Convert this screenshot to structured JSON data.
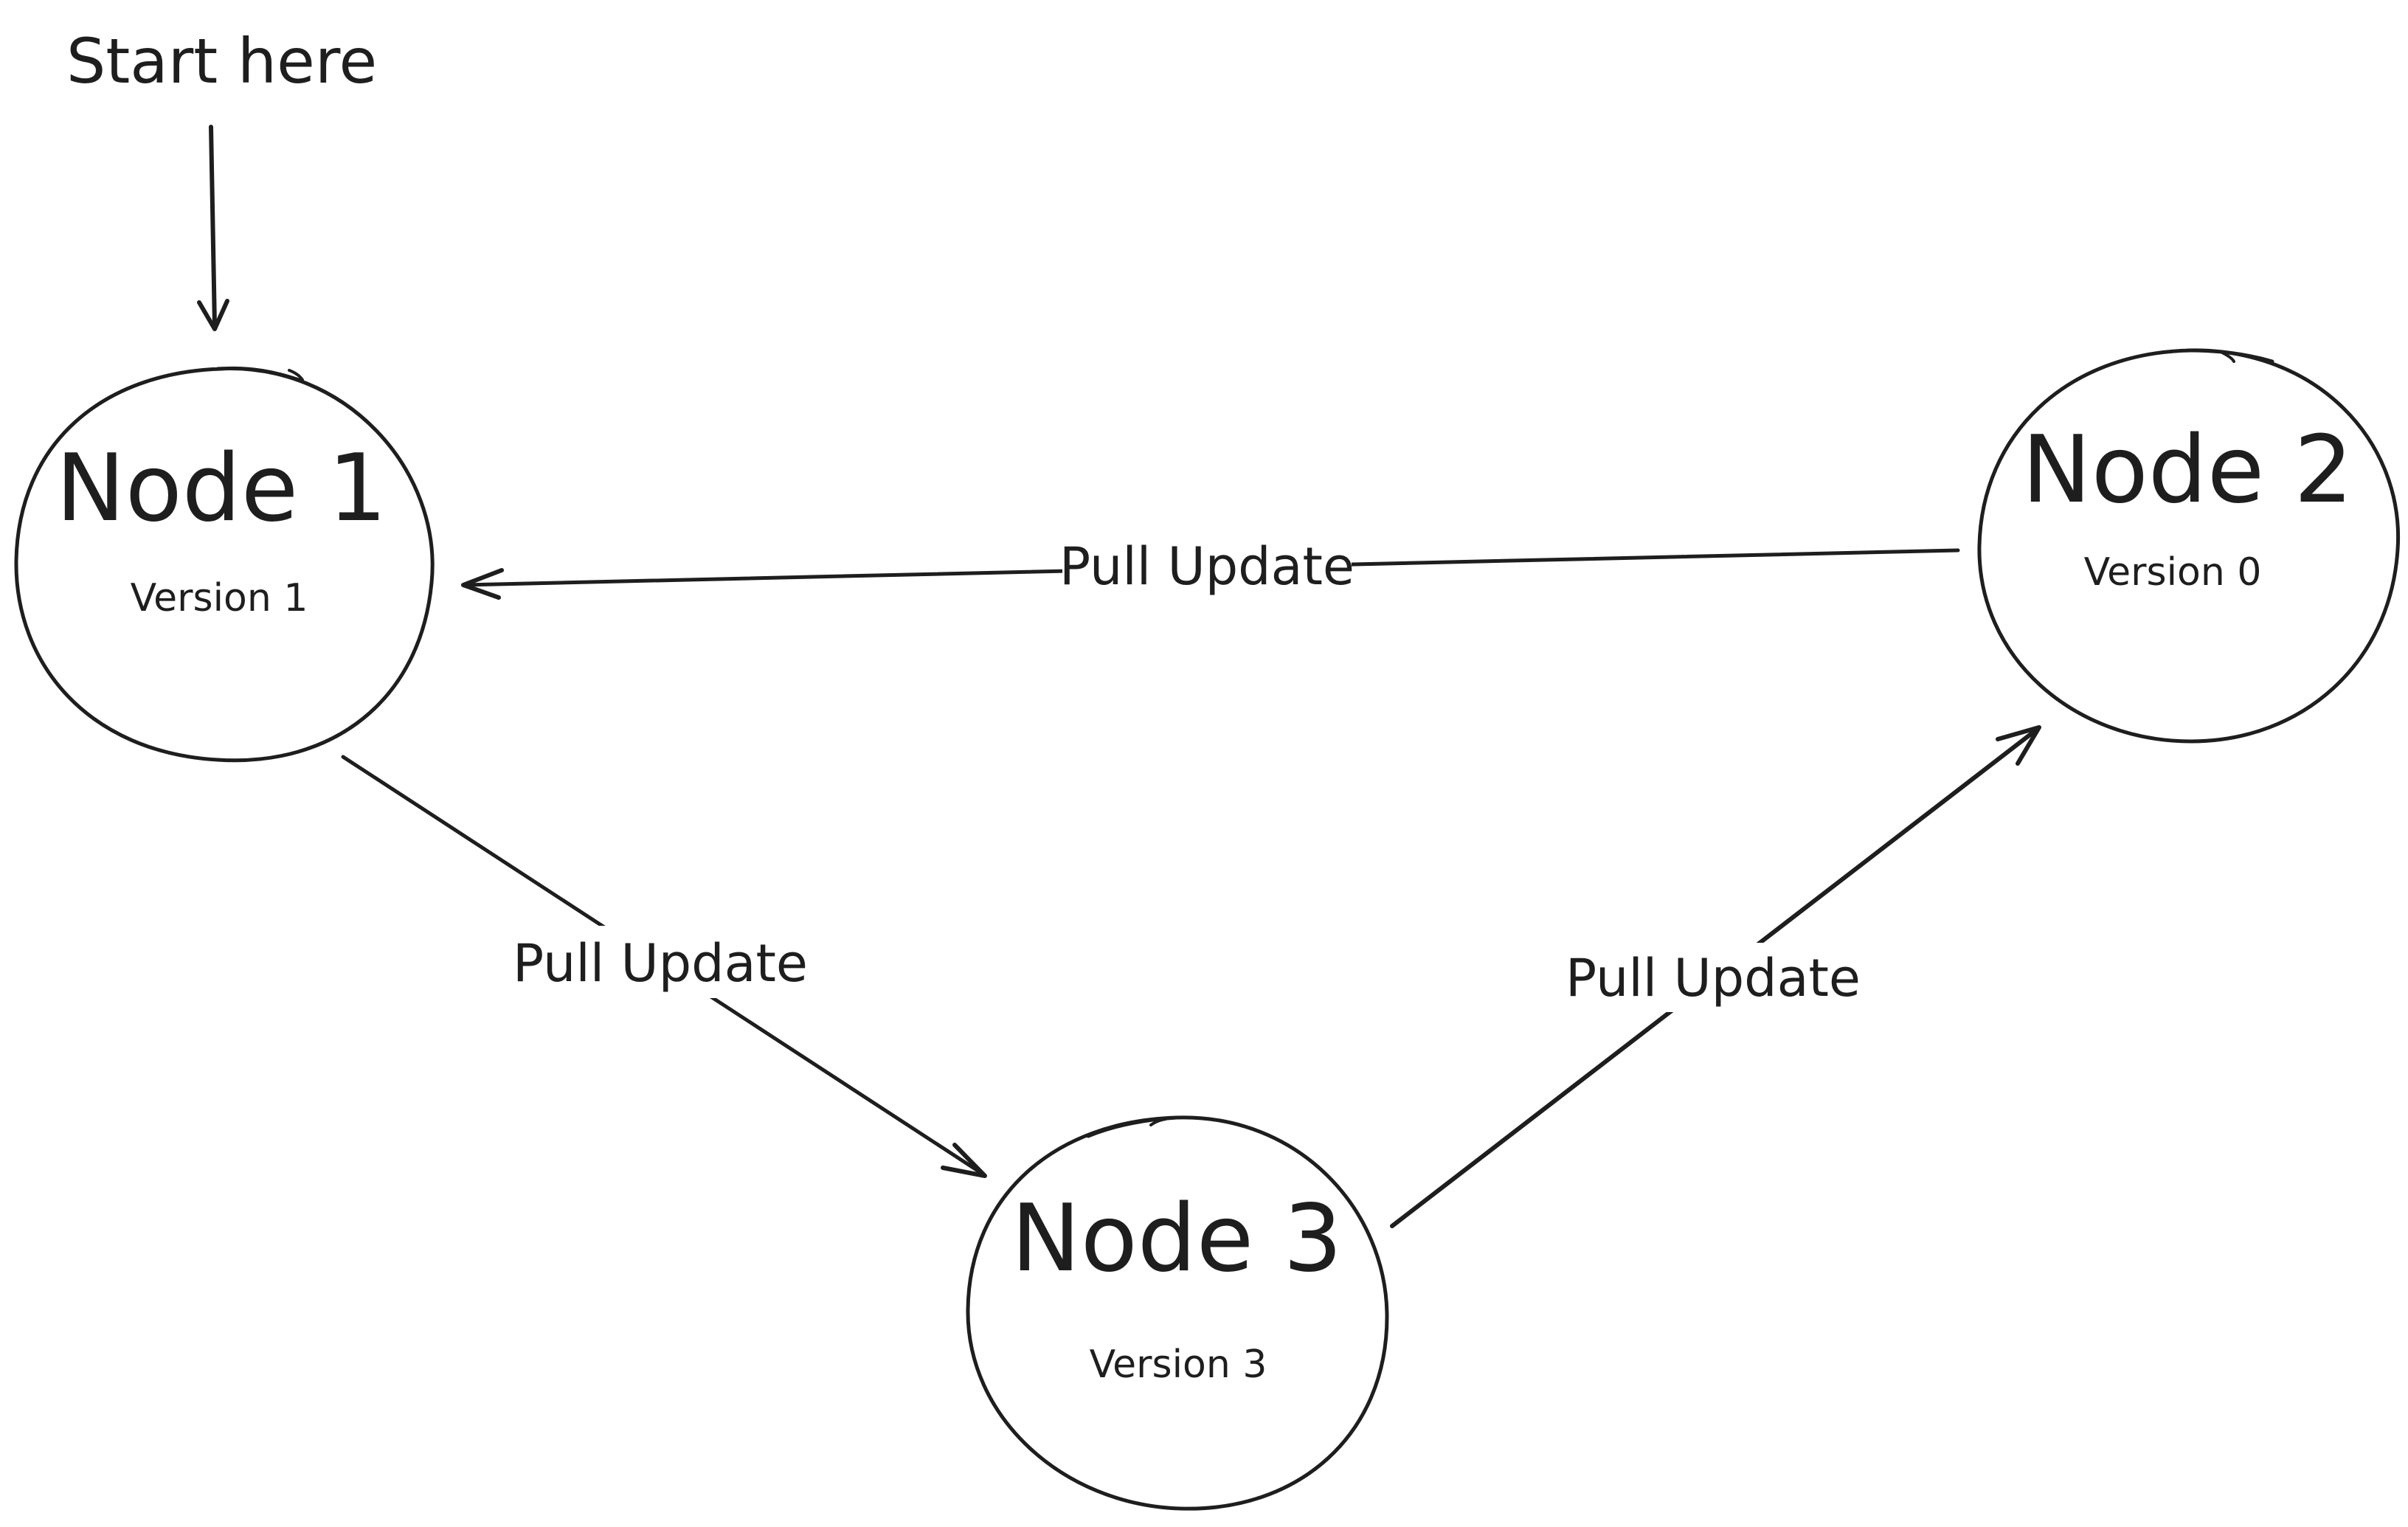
{
  "start_label": "Start here",
  "nodes": [
    {
      "id": "node-1",
      "title": "Node 1",
      "version": "Version 1"
    },
    {
      "id": "node-2",
      "title": "Node 2",
      "version": "Version 0"
    },
    {
      "id": "node-3",
      "title": "Node 3",
      "version": "Version 3"
    }
  ],
  "edges": [
    {
      "from": "Node 2",
      "to": "Node 1",
      "label": "Pull Update"
    },
    {
      "from": "Node 1",
      "to": "Node 3",
      "label": "Pull Update"
    },
    {
      "from": "Node 3",
      "to": "Node 2",
      "label": "Pull Update"
    }
  ],
  "colors": {
    "ink": "#1e1e1e",
    "background": "#ffffff"
  }
}
